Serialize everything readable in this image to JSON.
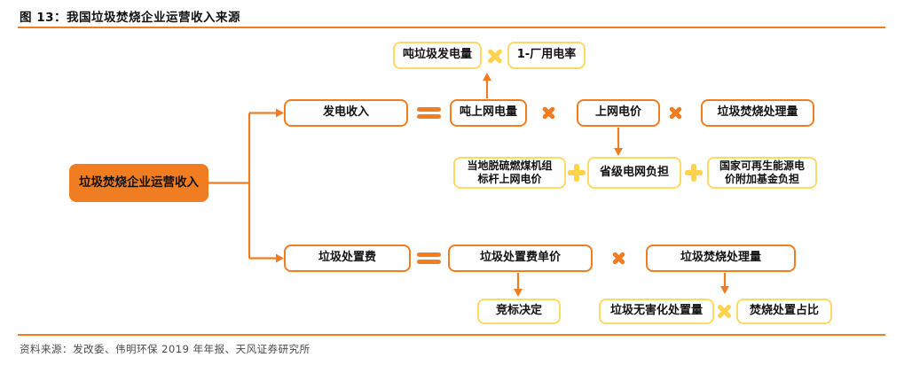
{
  "header": {
    "title": "图 13：我国垃圾焚烧企业运营收入来源"
  },
  "footer": {
    "source": "资料来源：发改委、伟明环保 2019 年年报、天风证券研究所"
  },
  "colors": {
    "orange": "#F07D22",
    "yellow_border": "#FFD966",
    "yellow_operator": "#FFD34D",
    "text": "#111111",
    "footer_text": "#4a4a4a"
  },
  "icons": {
    "multiply": "×",
    "plus": "+",
    "equals": "="
  },
  "diagram": {
    "root": {
      "label": "垃圾焚烧企业运营收入"
    },
    "power_branch": {
      "result": "发电收入",
      "formula": [
        "吨上网电量",
        "上网电价",
        "垃圾焚烧处理量"
      ],
      "ton_grid_breakdown": [
        "吨垃圾发电量",
        "1-厂用电率"
      ],
      "price_breakdown": [
        "当地脱硫燃煤机组\n标杆上网电价",
        "省级电网负担",
        "国家可再生能源电\n价附加基金负担"
      ]
    },
    "disposal_branch": {
      "result": "垃圾处置费",
      "formula": [
        "垃圾处置费单价",
        "垃圾焚烧处理量"
      ],
      "unit_price_note": "竞标决定",
      "volume_breakdown": [
        "垃圾无害化处置量",
        "焚烧处置占比"
      ]
    }
  }
}
